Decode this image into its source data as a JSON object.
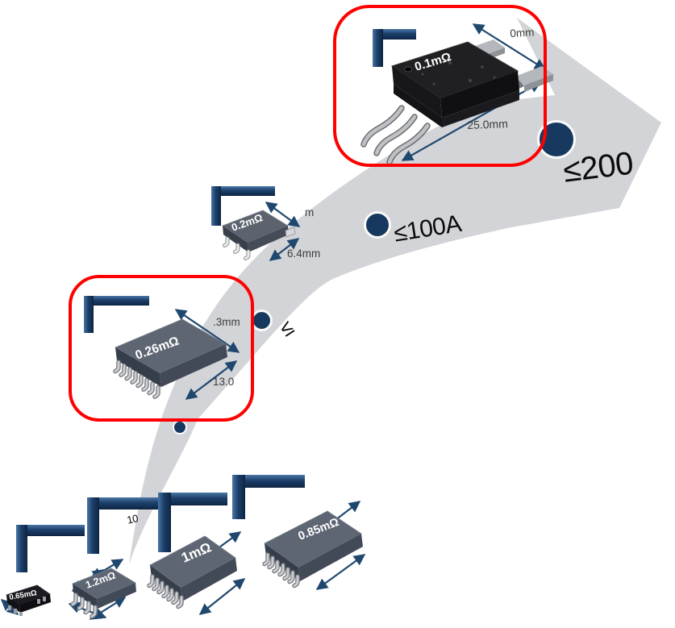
{
  "colors": {
    "arrow_body": "#d3d4d7",
    "navy_circle": "#17395f",
    "dim_arrow": "#20486f",
    "bracket_navy": "#1c3f69",
    "highlight_red": "#fe0000",
    "dim_text": "#3c3c3c",
    "current_text": "#0b0b0b",
    "package_label": "#ffffff"
  },
  "current_markers": [
    {
      "label": "10"
    },
    {
      "label": "≤"
    },
    {
      "label": "≤100A"
    },
    {
      "label": "≤200"
    }
  ],
  "packages": [
    {
      "id": "p065",
      "label": "0.65mΩ"
    },
    {
      "id": "p12",
      "label": "1.2mΩ"
    },
    {
      "id": "p1",
      "label": "1mΩ"
    },
    {
      "id": "p085",
      "label": "0.85mΩ"
    },
    {
      "id": "p026",
      "label": "0.26mΩ",
      "dim_top": ".3mm",
      "dim_bottom": "13.0"
    },
    {
      "id": "p02",
      "label": "0.2mΩ",
      "dim_top": "m",
      "dim_bottom": "6.4mm"
    },
    {
      "id": "p01",
      "label": "0.1mΩ",
      "dim_top": "0mm",
      "dim_bottom": "25.0mm"
    }
  ]
}
